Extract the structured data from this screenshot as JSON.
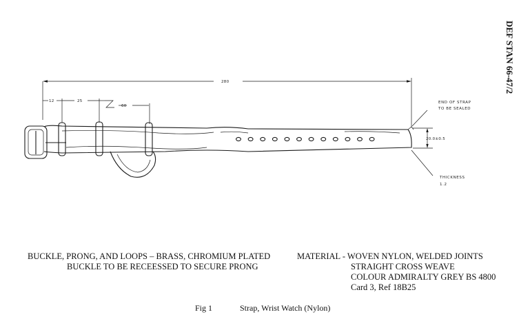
{
  "header": {
    "doc_ref": "DEF STAN 66-47/2"
  },
  "dimensions": {
    "overall": "280",
    "d12": "12",
    "d25": "25",
    "d60": "60",
    "width": "20.0±0.5"
  },
  "notes": {
    "end_line1": "END OF STRAP",
    "end_line2": "TO BE SEALED",
    "thick_line1": "THICKNESS",
    "thick_line2": "1.2"
  },
  "left_text": {
    "line1": "BUCKLE,  PRONG, AND LOOPS  –  BRASS, CHROMIUM PLATED",
    "line2": "BUCKLE TO BE RECEESSED TO SECURE PRONG"
  },
  "right_text": {
    "line1": "MATERIAL - WOVEN NYLON, WELDED JOINTS",
    "line2": "STRAIGHT CROSS WEAVE",
    "line3": "COLOUR ADMIRALTY GREY BS 4800",
    "line4": "Card 3, Ref  18B25"
  },
  "caption": {
    "fig": "Fig 1",
    "title": "Strap, Wrist Watch (Nylon)"
  }
}
